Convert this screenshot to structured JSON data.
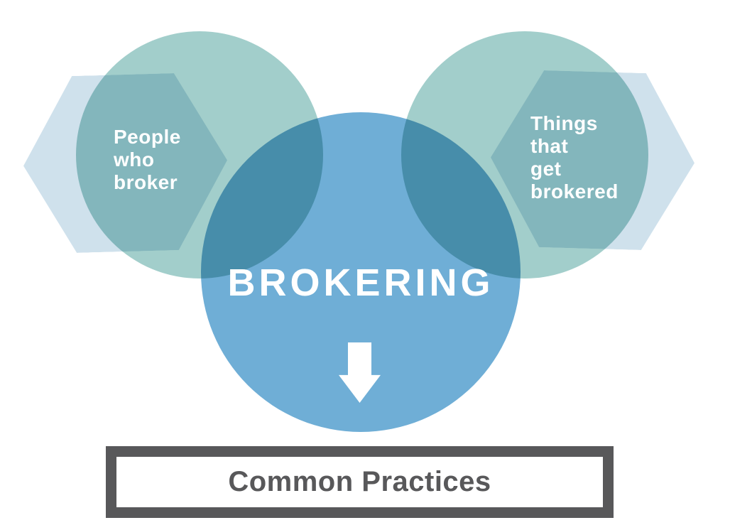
{
  "colors": {
    "background": "#ffffff",
    "hexagon": "#cfe1ec",
    "teal_circle": "#a2cecb",
    "blue_circle": "#6faed6",
    "overlap_hex_circle": "#7fb4bc",
    "overlap_blue_teal": "#4a8fa6",
    "label_text": "#ffffff",
    "arrow": "#ffffff",
    "box_border": "#58585a",
    "box_text": "#58585a"
  },
  "left_group": {
    "label": "People\nwho\nbroker"
  },
  "right_group": {
    "label": "Things\nthat\nget\nbrokered"
  },
  "center": {
    "label": "BROKERING"
  },
  "output_box": {
    "label": "Common Practices"
  }
}
